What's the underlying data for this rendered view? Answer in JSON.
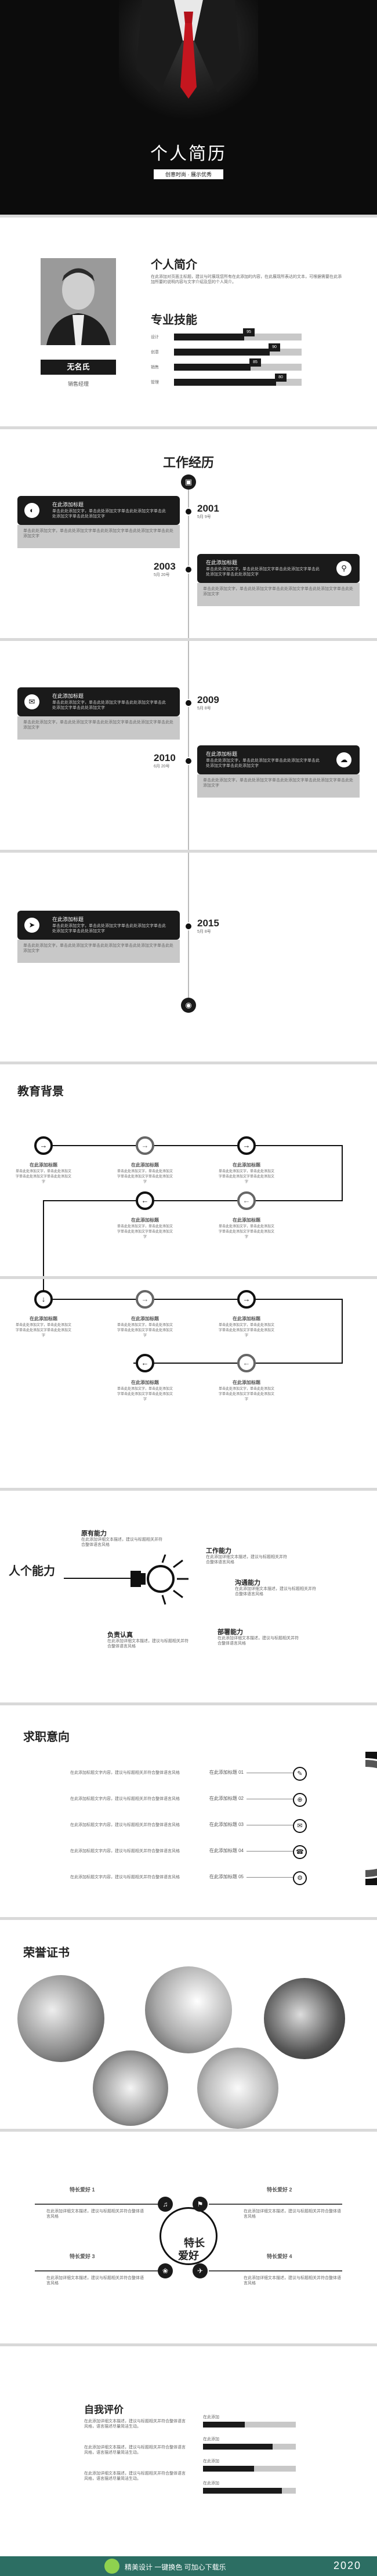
{
  "cover": {
    "title": "个人简历",
    "subtitle": "创意时尚 · 展示优秀"
  },
  "profile": {
    "name": "无名氏",
    "role": "销售经理",
    "intro_title": "个人简介",
    "intro_text": "在此添加对页面主标题，建议与时展现您所有在此添加的内容，在此展现所表达的文本，可根据需要在此添加所要的说明内容与文字介绍及您的个人简介。",
    "skills_title": "专业技能",
    "skills": [
      {
        "label": "设计",
        "level": 0.55,
        "value": "95"
      },
      {
        "label": "创意",
        "level": 0.75,
        "value": "90"
      },
      {
        "label": "销售",
        "level": 0.6,
        "value": "85"
      },
      {
        "label": "管理",
        "level": 0.8,
        "value": "80"
      }
    ]
  },
  "experience": {
    "title": "工作经历",
    "entries": [
      {
        "year": "2001",
        "date": "5月 9号",
        "label": "在此添加标题",
        "text": "单击此处添加文字，单击此处添加文字单击此处添加文字单击此处添加文字单击此处添加文字"
      },
      {
        "year": "2003",
        "date": "5月 20号",
        "label": "在此添加标题",
        "text": "单击此处添加文字，单击此处添加文字单击此处添加文字单击此处添加文字单击此处添加文字"
      },
      {
        "year": "2009",
        "date": "5月 8号",
        "label": "在此添加标题",
        "text": "单击此处添加文字，单击此处添加文字单击此处添加文字单击此处添加文字单击此处添加文字"
      },
      {
        "year": "2010",
        "date": "6月 20号",
        "label": "在此添加标题",
        "text": "单击此处添加文字，单击此处添加文字单击此处添加文字单击此处添加文字单击此处添加文字"
      },
      {
        "year": "2015",
        "date": "5月 8号",
        "label": "在此添加标题",
        "text": "单击此处添加文字，单击此处添加文字单击此处添加文字单击此处添加文字单击此处添加文字"
      }
    ]
  },
  "education": {
    "title": "教育背景",
    "label": "在此添加标题",
    "text": "单击此处添加文字，单击此处添加文字单击此处添加文字单击此处添加文字"
  },
  "ability": {
    "title": "人个能力",
    "items": [
      {
        "name": "原有能力",
        "text": "在此添加详细文本描述，建议与标题相关并符合整体语言风格"
      },
      {
        "name": "工作能力",
        "text": "在此添加详细文本描述，建议与标题相关并符合整体语言风格"
      },
      {
        "name": "沟通能力",
        "text": "在此添加详细文本描述，建议与标题相关并符合整体语言风格"
      },
      {
        "name": "负责认真",
        "text": "在此添加详细文本描述，建议与标题相关并符合整体语言风格"
      },
      {
        "name": "部署能力",
        "text": "在此添加详细文本描述，建议与标题相关并符合整体语言风格"
      }
    ]
  },
  "intention": {
    "title": "求职意向",
    "items": [
      {
        "label": "在此添加标题 01",
        "text": "在此添加标题文字内容，建议与标题相关并符合整体语言风格"
      },
      {
        "label": "在此添加标题 02",
        "text": "在此添加标题文字内容，建议与标题相关并符合整体语言风格"
      },
      {
        "label": "在此添加标题 03",
        "text": "在此添加标题文字内容，建议与标题相关并符合整体语言风格"
      },
      {
        "label": "在此添加标题 04",
        "text": "在此添加标题文字内容，建议与标题相关并符合整体语言风格"
      },
      {
        "label": "在此添加标题 05",
        "text": "在此添加标题文字内容，建议与标题相关并符合整体语言风格"
      }
    ]
  },
  "honor": {
    "title": "荣誉证书"
  },
  "hobby": {
    "center": "特长\n爱好",
    "items": [
      {
        "label": "特长爱好 1",
        "text": "在此添加详细文本描述，建议与标题相关并符合整体语言风格"
      },
      {
        "label": "特长爱好 2",
        "text": "在此添加详细文本描述，建议与标题相关并符合整体语言风格"
      },
      {
        "label": "特长爱好 3",
        "text": "在此添加详细文本描述，建议与标题相关并符合整体语言风格"
      },
      {
        "label": "特长爱好 4",
        "text": "在此添加详细文本描述，建议与标题相关并符合整体语言风格"
      }
    ]
  },
  "evaluation": {
    "title": "自我评价",
    "texts": [
      "在此添加详细文本描述，建议与标题相关并符合整体语言风格，语言描述尽量简洁生动。",
      "在此添加详细文本描述，建议与标题相关并符合整体语言风格，语言描述尽量简洁生动。",
      "在此添加详细文本描述，建议与标题相关并符合整体语言风格，语言描述尽量简洁生动。"
    ],
    "bars": [
      {
        "label": "在此添加",
        "level": 0.45
      },
      {
        "label": "在此添加",
        "level": 0.75
      },
      {
        "label": "在此添加",
        "level": 0.55
      },
      {
        "label": "在此添加",
        "level": 0.85
      }
    ]
  },
  "footer": {
    "brand": "精美设计 一键换色 可加心下载乐",
    "year": "2020"
  }
}
